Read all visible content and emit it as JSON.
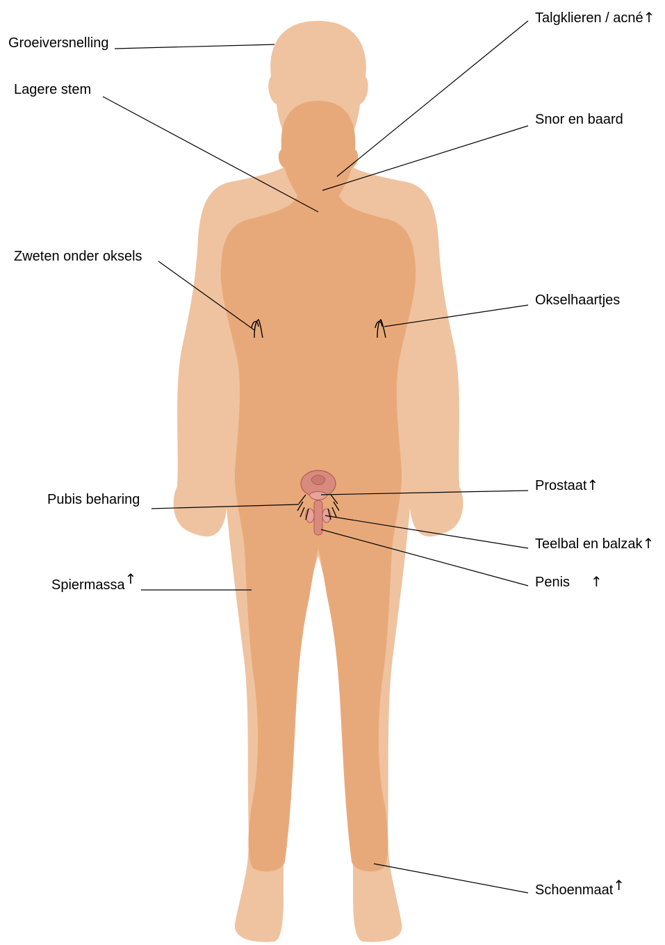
{
  "labels": {
    "groeiversnelling": "Groeiversnelling",
    "lagere_stem": "Lagere stem",
    "zweten": "Zweten onder oksels",
    "pubis": "Pubis beharing",
    "spiermassa": "Spiermassa",
    "talgklieren": "Talgklieren / acné",
    "snor": "Snor en baard",
    "okselhaartjes": "Okselhaartjes",
    "prostaat": "Prostaat",
    "teelbal": "Teelbal en balzak",
    "penis": "Penis",
    "schoenmaat": "Schoenmaat"
  },
  "increase_arrow": "↑",
  "colors": {
    "adult_body": "#efc3a0",
    "child_body": "#e8a97a",
    "organ": "#d98a7e",
    "organ_dark": "#b3584f",
    "line": "#000000"
  }
}
